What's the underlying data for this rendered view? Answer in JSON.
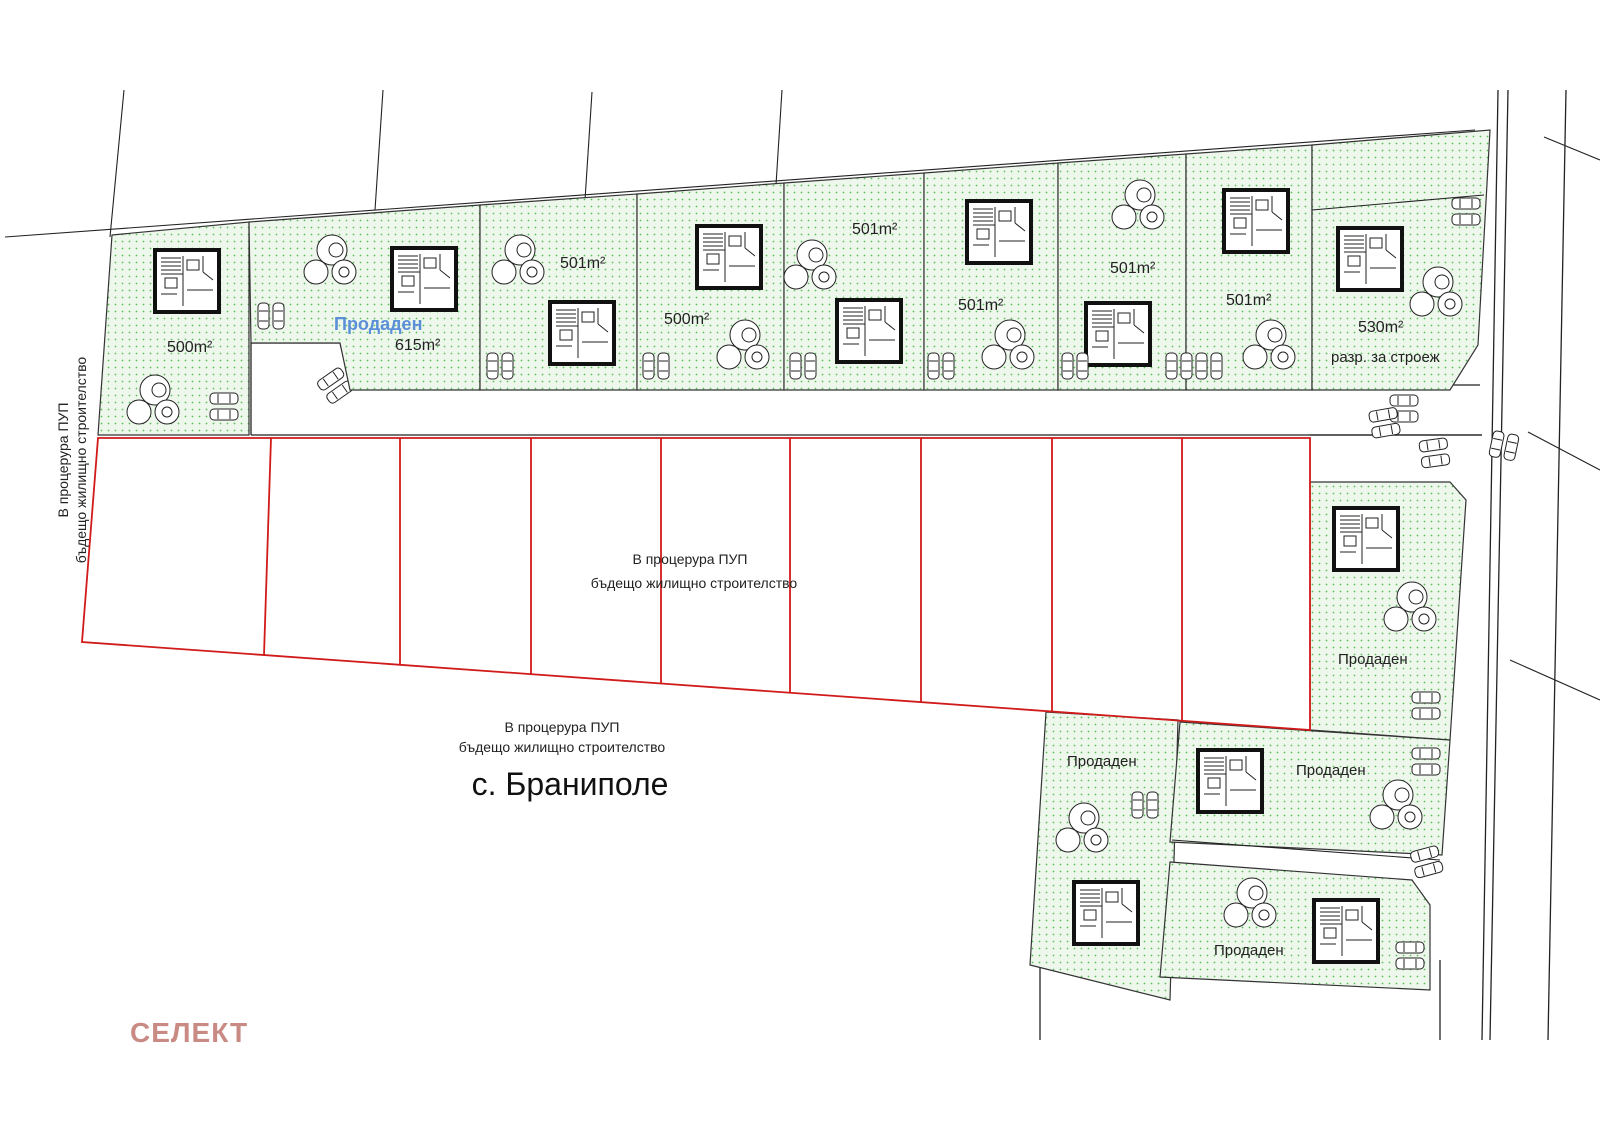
{
  "map": {
    "village_label": "с. Браниполе",
    "watermark": "СЕЛЕКТ",
    "side_label": {
      "line1": "В процерура ПУП",
      "line2": "бъдещо жилищно строителство"
    },
    "center_label": {
      "line1": "В процерура ПУП",
      "line2": "бъдещо жилищно строителство"
    },
    "south_label": {
      "line1": "В процерура ПУП",
      "line2": "бъдещо жилищно строителство"
    },
    "plots": [
      {
        "area": "500m²",
        "status": ""
      },
      {
        "area": "615m²",
        "status": "Продаден"
      },
      {
        "area": "501m²",
        "status": ""
      },
      {
        "area": "500m²",
        "status": ""
      },
      {
        "area": "501m²",
        "status": ""
      },
      {
        "area": "501m²",
        "status": ""
      },
      {
        "area": "501m²",
        "status": ""
      },
      {
        "area": "501m²",
        "status": ""
      },
      {
        "area": "530m²",
        "status": "разр. за строеж"
      }
    ],
    "sold_plots": [
      {
        "status": "Продаден"
      },
      {
        "status": "Продаден"
      },
      {
        "status": "Продаден"
      },
      {
        "status": "Продаден"
      }
    ],
    "colors": {
      "plot_fill": "#eef7ec",
      "plot_dots": "#5bbf5b",
      "red_boundary": "#d11a1a",
      "sold_highlight": "#5b8fd8",
      "watermark": "#c98a84"
    }
  }
}
